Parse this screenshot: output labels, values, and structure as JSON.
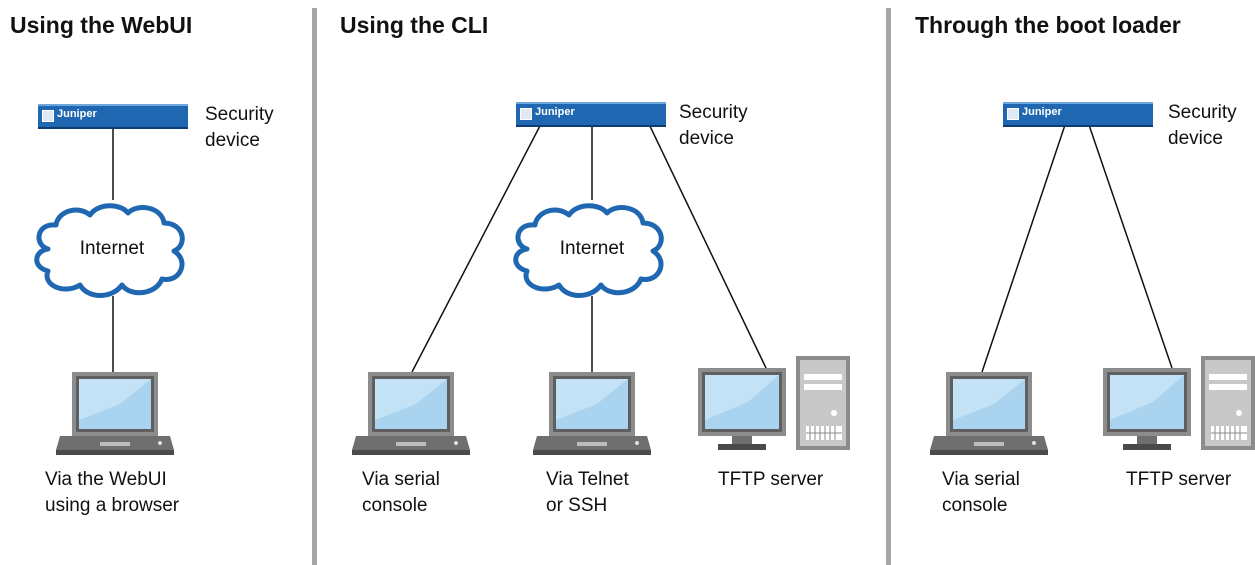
{
  "panels": [
    {
      "title": "Using the WebUI",
      "device_label": [
        "Security",
        "device"
      ],
      "device_brand": "Juniper",
      "cloud_label": "Internet",
      "clients": [
        {
          "label": [
            "Via the WebUI",
            "using a browser"
          ]
        }
      ]
    },
    {
      "title": "Using the CLI",
      "device_label": [
        "Security",
        "device"
      ],
      "device_brand": "Juniper",
      "cloud_label": "Internet",
      "clients": [
        {
          "label": [
            "Via serial",
            "console"
          ]
        },
        {
          "label": [
            "Via Telnet",
            "or SSH"
          ]
        },
        {
          "label": [
            "TFTP server"
          ]
        }
      ]
    },
    {
      "title": "Through the boot loader",
      "device_label": [
        "Security",
        "device"
      ],
      "device_brand": "Juniper",
      "clients": [
        {
          "label": [
            "Via serial",
            "console"
          ]
        },
        {
          "label": [
            "TFTP server"
          ]
        }
      ]
    }
  ],
  "colors": {
    "device_blue": "#1f67b1",
    "cloud_stroke": "#1f67b1",
    "monitor_gray": "#8c8c8c",
    "screen_blue": "#a9d3ee",
    "divider_gray": "#a6a6a6"
  }
}
